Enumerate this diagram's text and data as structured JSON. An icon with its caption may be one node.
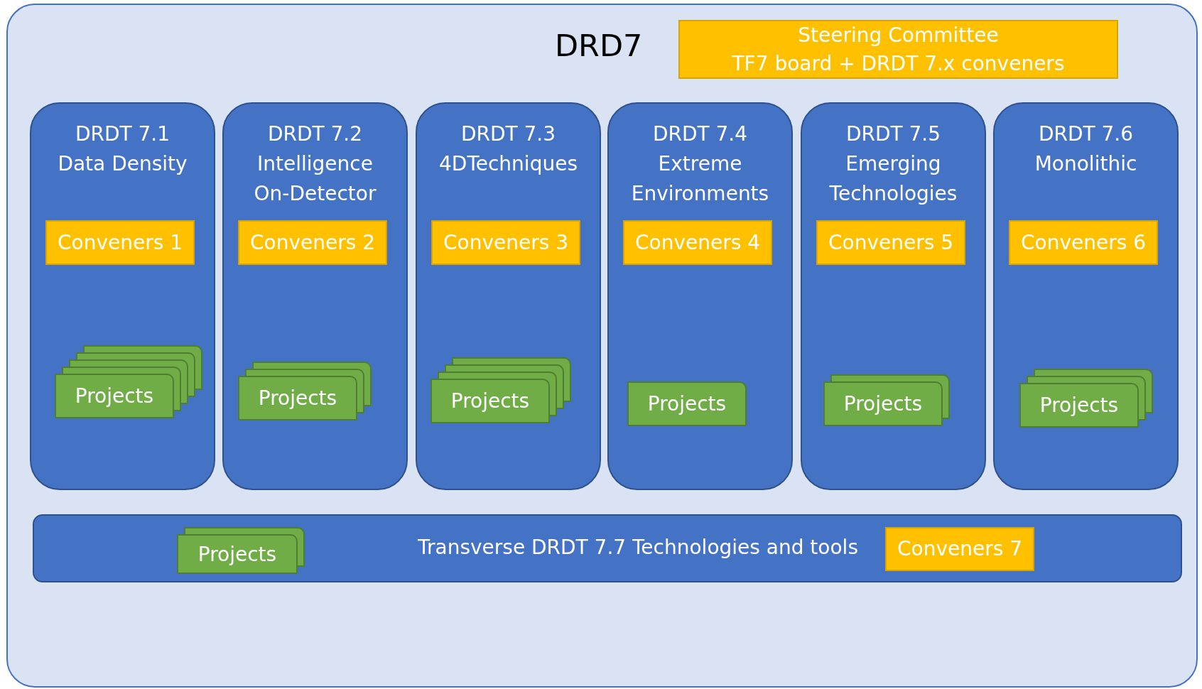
{
  "diagram": {
    "nodes": [
      {
        "text": [
          "DRD7"
        ]
      },
      {
        "text": [
          "Steering Committee",
          "TF7 board + DRDT 7.x conveners"
        ],
        "in": 0
      },
      {
        "text": [
          "DRDT 7.1",
          "Data Density"
        ],
        "in": 0
      },
      {
        "text": [
          "Conveners 1"
        ],
        "in": 2
      },
      {
        "text": [
          "Projects"
        ],
        "in": 2
      },
      {
        "text": [
          "DRDT 7.2",
          "Intelligence On-Detector"
        ],
        "in": 0
      },
      {
        "text": [
          "Conveners 2"
        ],
        "in": 5
      },
      {
        "text": [
          "Projects"
        ],
        "in": 5
      },
      {
        "text": [
          "DRDT 7.3",
          "4DTechniques"
        ],
        "in": 0
      },
      {
        "text": [
          "Conveners 3"
        ],
        "in": 8
      },
      {
        "text": [
          "Projects"
        ],
        "in": 8
      },
      {
        "text": [
          "DRDT 7.4",
          "Extreme Environments"
        ],
        "in": 0
      },
      {
        "text": [
          "Conveners 4"
        ],
        "in": 11
      },
      {
        "text": [
          "Projects"
        ],
        "in": 11
      },
      {
        "text": [
          "DRDT 7.5",
          "Emerging Technologies"
        ],
        "in": 0
      },
      {
        "text": [
          "Conveners 5"
        ],
        "in": 14
      },
      {
        "text": [
          "Projects"
        ],
        "in": 14
      },
      {
        "text": [
          "DRDT 7.6",
          "Monolithic"
        ],
        "in": 0
      },
      {
        "text": [
          "Conveners 6"
        ],
        "in": 17
      },
      {
        "text": [
          "Projects"
        ],
        "in": 17
      },
      {
        "text": [
          "Transverse DRDT 7.7 Technologies and tools"
        ],
        "in": 0
      },
      {
        "text": [
          "Projects"
        ],
        "in": 20
      },
      {
        "text": [
          "Conveners 7"
        ],
        "in": 20
      }
    ]
  }
}
